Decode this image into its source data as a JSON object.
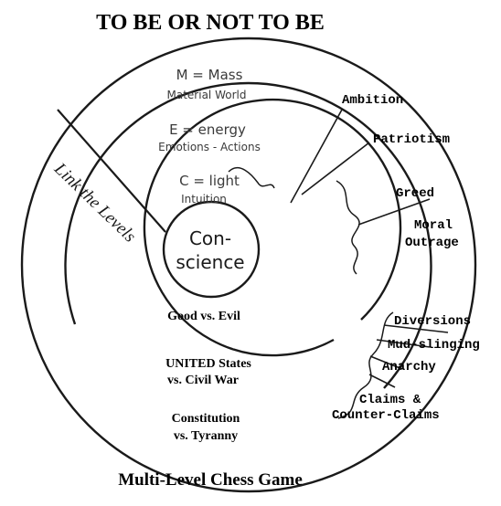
{
  "title": "TO BE OR NOT TO BE",
  "footer": "Multi-Level Chess Game",
  "rings": {
    "outer": {
      "line1": "M = Mass",
      "line2": "Material World"
    },
    "middle": {
      "line1": "E = energy",
      "line2": "Emotions - Actions"
    },
    "inner": {
      "line1": "C = light",
      "line2": "Intuition"
    },
    "core": {
      "line1": "Con-",
      "line2": "science"
    }
  },
  "link_label": "Link the Levels",
  "bands": {
    "good_evil": "Good vs. Evil",
    "united_1": "UNITED States",
    "united_2": "vs. Civil War",
    "constitution_1": "Constitution",
    "constitution_2": "vs. Tyranny"
  },
  "forces": {
    "ambition": "Ambition",
    "patriotism": "Patriotism",
    "greed": "Greed",
    "moral_1": "Moral",
    "moral_2": "Outrage",
    "diversions": "Diversions",
    "mudslinging": "Mud-slinging",
    "anarchy": "Anarchy",
    "claims_1": "Claims &",
    "claims_2": "Counter-Claims"
  },
  "colors": {
    "ink": "#1a1a1a",
    "gray_text": "#3a3a3a",
    "background": "#ffffff"
  }
}
